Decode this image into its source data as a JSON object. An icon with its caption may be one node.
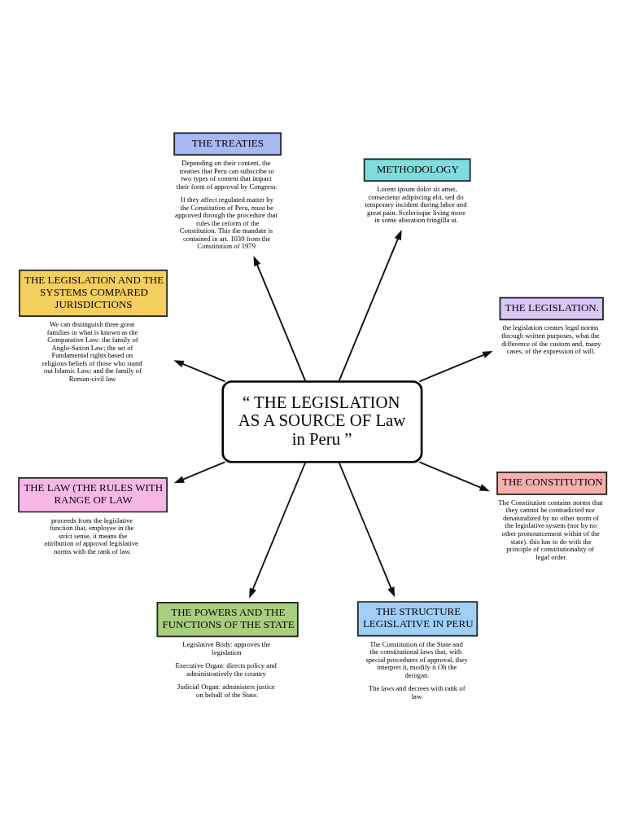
{
  "diagram": {
    "nodes": [
      {
        "text": [
          "THE LEGISLATION."
        ],
        "beside": [
          "the legislation creates legal norms through written purposes, what the difference of the custom and, many cases, of the expression of will."
        ]
      },
      {
        "text": [
          "METHODOLOGY"
        ],
        "beside": [
          "Lorem ipsum dolor sit amet, consectetur adipiscing elit, sed do temporary incident during labor and great pain. Scelerisque living more in some alteration fringilla ut."
        ]
      },
      {
        "text": [
          "THE TREATIES"
        ],
        "beside": [
          "Depending on their content, the treaties that Peru can subscribe to two types of content that impact their form of approval by Congress:",
          "If they affect regulated matter by the Constitution of Peru, must be approved through the procedure that rules the reform of the Constitution. This the mandate is contained in art. 1030 from the Constitution of 1979"
        ]
      },
      {
        "text": [
          "THE LEGISLATION AND THE SYSTEMS COMPARED JURISDICTIONS"
        ],
        "beside": [
          "We can distinguish three great families in what is known as the Comparative Law: the family of Anglo-Saxon Law; the set of Fundamental rights based on religious beliefs of those who stand out Islamic Law; and the family of Roman-civil law"
        ]
      },
      {
        "text": [
          "“ THE LEGISLATION AS A SOURCE OF Law in Peru ”"
        ]
      },
      {
        "text": [
          "THE LAW (THE RULES WITH RANGE OF LAW"
        ],
        "beside": [
          "proceeds from the legislative function that, employee in the strict sense, it means the attribution of approval legislative norms with the rank of law."
        ]
      },
      {
        "text": [
          "THE POWERS AND THE FUNCTIONS OF THE STATE"
        ],
        "beside": [
          "Legislative Body: approves the legislation",
          "Executive Organ: directs policy and administratively the country",
          "Judicial Organ: administers justice on behalf of the State."
        ]
      },
      {
        "text": [
          "THE STRUCTURE LEGISLATIVE IN PERU"
        ],
        "beside": [
          "The Constitution of the State and the constitutional laws that, with special procedures of approval, they interpret it, modify it Oh the derogan.",
          "The laws and decrees with rank of law."
        ]
      },
      {
        "text": [
          "THE CONSTITUTION"
        ],
        "beside": [
          "The Constitution contains norms that they cannot be contradicted nor denaturalized by no other norm of the legislative system (nor by no other pronouncement within of the state). this has to do with the principle of constitutionality of legal order."
        ]
      }
    ],
    "edges": [
      {
        "from": 4,
        "to": 0,
        "arrow": "to"
      },
      {
        "from": 4,
        "to": 1,
        "arrow": "to"
      },
      {
        "from": 4,
        "to": 2,
        "arrow": "to"
      },
      {
        "from": 4,
        "to": 3,
        "arrow": "to"
      },
      {
        "from": 4,
        "to": 5,
        "arrow": "to"
      },
      {
        "from": 4,
        "to": 6,
        "arrow": "to"
      },
      {
        "from": 4,
        "to": 7,
        "arrow": "to"
      },
      {
        "from": 4,
        "to": 8,
        "arrow": "to"
      }
    ]
  }
}
